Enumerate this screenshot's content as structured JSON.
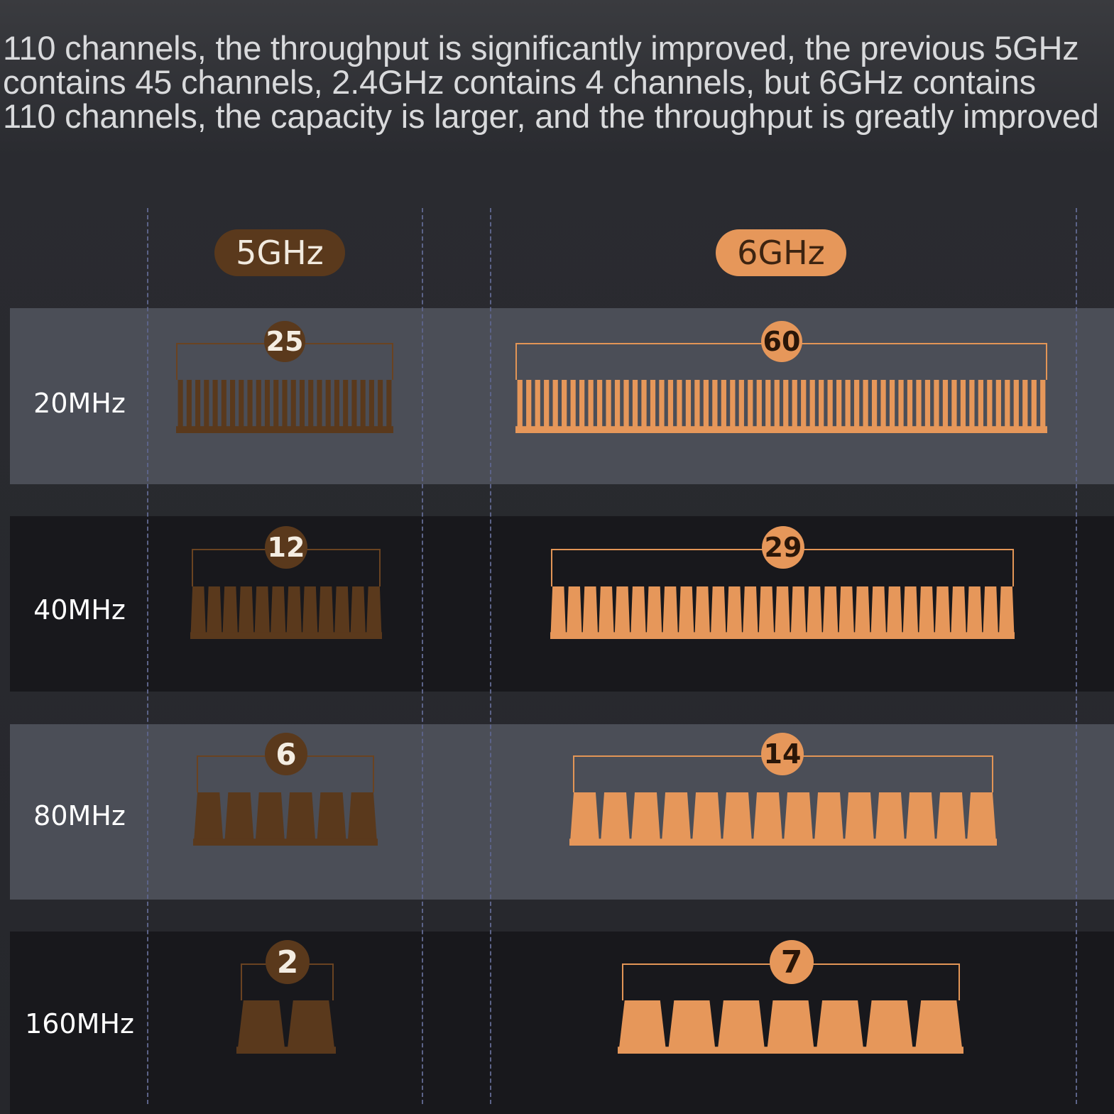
{
  "intro_text": "110 channels, the throughput is significantly improved, the previous 5GHz\ncontains 45 channels, 2.4GHz contains 4 channels, but 6GHz contains\n110 channels, the capacity is larger, and the throughput is greatly improved",
  "columns": {
    "band_5": "5GHz",
    "band_6": "6GHz"
  },
  "colors": {
    "band_5": "#5a391c",
    "band_6": "#e6975a"
  },
  "rows": [
    {
      "label": "20MHz",
      "count_5": "25",
      "count_6": "60"
    },
    {
      "label": "40MHz",
      "count_5": "12",
      "count_6": "29"
    },
    {
      "label": "80MHz",
      "count_5": "6",
      "count_6": "14"
    },
    {
      "label": "160MHz",
      "count_5": "2",
      "count_6": "7"
    }
  ]
}
